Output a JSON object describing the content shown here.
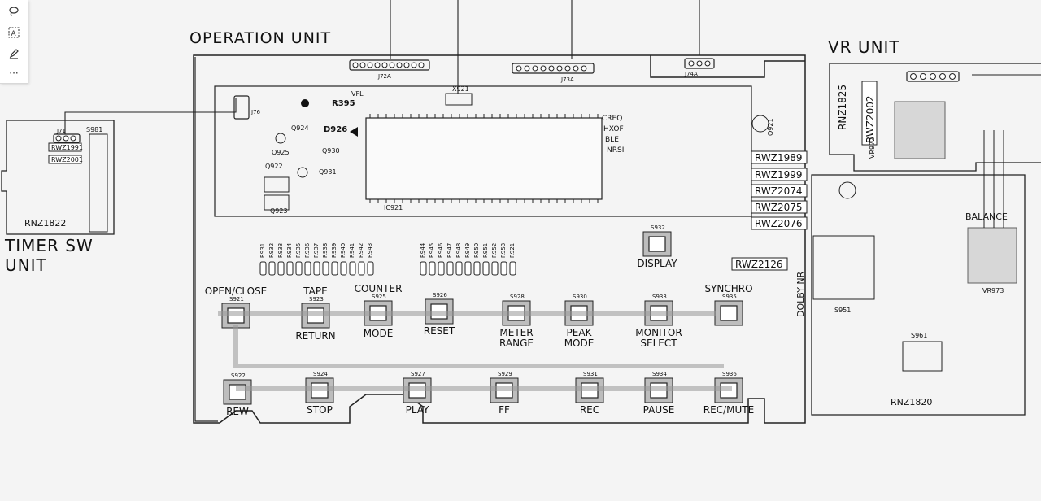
{
  "toolbar": {
    "tools": [
      {
        "name": "lasso-icon"
      },
      {
        "name": "text-select-icon"
      },
      {
        "name": "highlighter-icon"
      },
      {
        "name": "more-icon",
        "label": "···"
      }
    ]
  },
  "diagram": {
    "sections": {
      "operation_unit": "OPERATION UNIT",
      "vr_unit": "VR UNIT",
      "timer_sw_line1": "TIMER SW",
      "timer_sw_line2": "UNIT"
    },
    "boards": {
      "timer": "RNZ1822",
      "vr_vertical": "RNZ1825",
      "vr_bottom": "RNZ1820",
      "vr_part_boxed": "RWZ2002",
      "timer_part_1": "RWZ1991",
      "timer_part_2": "RWZ2001"
    },
    "part_numbers": [
      "RWZ1989",
      "RWZ1999",
      "RWZ2074",
      "RWZ2075",
      "RWZ2076"
    ],
    "part_rwz2126": "RWZ2126",
    "connectors": {
      "j72a": "J72A",
      "j73a": "J73A",
      "j74a": "J74A",
      "j71": "J71",
      "j76": "J76"
    },
    "components": {
      "vfl": "VFL",
      "r395": "R395",
      "d926": "D926",
      "q924": "Q924",
      "q925": "Q925",
      "q930": "Q930",
      "q931": "Q931",
      "q922": "Q922",
      "q923": "Q923",
      "q921": "Q921",
      "ic921": "IC921",
      "x921": "X921",
      "s981": "S981",
      "s951": "S951",
      "vr972": "VR972",
      "vr973": "VR973",
      "balance": "BALANCE",
      "dolby_nr": "DOLBY NR",
      "s961": "S961"
    },
    "signals": [
      "CREQ",
      "HXOF",
      "BLE",
      "NRSI"
    ],
    "resistor_row_1": [
      "R931",
      "R932",
      "R933",
      "R934",
      "R935",
      "R936",
      "R937",
      "R938",
      "R939",
      "R940",
      "R941",
      "R942",
      "R943"
    ],
    "resistor_row_2": [
      "R944",
      "R945",
      "R946",
      "R947",
      "R948",
      "R949",
      "R950",
      "R951",
      "R952",
      "R953",
      "R921"
    ],
    "buttons": [
      {
        "id": "S921",
        "label": "OPEN/CLOSE",
        "label2": ""
      },
      {
        "id": "S923",
        "label": "TAPE",
        "label2": "RETURN"
      },
      {
        "id": "S925",
        "label": "COUNTER",
        "label2": "MODE"
      },
      {
        "id": "S926",
        "label": "RESET",
        "label2": ""
      },
      {
        "id": "S928",
        "label": "METER",
        "label2": "RANGE"
      },
      {
        "id": "S930",
        "label": "PEAK",
        "label2": "MODE"
      },
      {
        "id": "S933",
        "label": "MONITOR",
        "label2": "SELECT"
      },
      {
        "id": "S935",
        "label": "SYNCHRO",
        "label2": ""
      },
      {
        "id": "S932",
        "label": "DISPLAY",
        "label2": ""
      },
      {
        "id": "S922",
        "label": "REW",
        "label2": ""
      },
      {
        "id": "S924",
        "label": "STOP",
        "label2": ""
      },
      {
        "id": "S927",
        "label": "PLAY",
        "label2": ""
      },
      {
        "id": "S929",
        "label": "FF",
        "label2": ""
      },
      {
        "id": "S931",
        "label": "REC",
        "label2": ""
      },
      {
        "id": "S934",
        "label": "PAUSE",
        "label2": ""
      },
      {
        "id": "S936",
        "label": "REC/MUTE",
        "label2": ""
      }
    ]
  }
}
